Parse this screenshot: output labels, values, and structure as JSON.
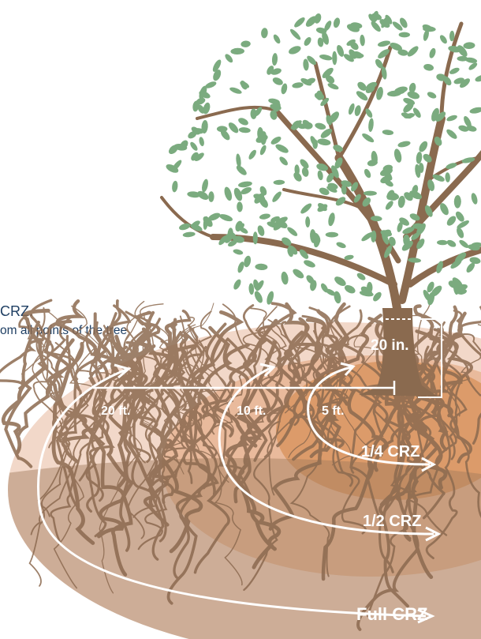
{
  "caption": {
    "line1": "CRZ.",
    "line2": "om all points of the tree"
  },
  "labels": {
    "trunk_diameter": "20 in.",
    "distance_full": "20 ft.",
    "distance_half": "10 ft.",
    "distance_quarter": "5 ft.",
    "zone_quarter": "1/4 CRZ",
    "zone_half": "1/2 CRZ",
    "zone_full": "Full CRZ"
  },
  "colors": {
    "caption_text": "#1f3f63",
    "leaf": "#7bab7f",
    "trunk": "#8a6a4f",
    "full_zone": "#f0d1bf",
    "half_zone": "#e6b391",
    "quarter_zone": "#d99561",
    "arrow": "#ffffff"
  }
}
